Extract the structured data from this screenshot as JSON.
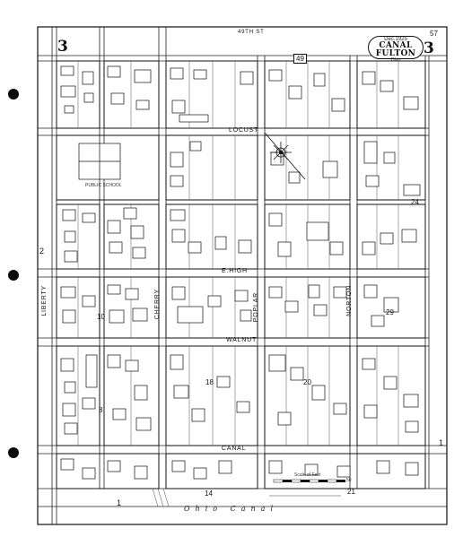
{
  "sheet": {
    "corner_number_left": "3",
    "corner_number_right": "3",
    "page_number": "57",
    "cartouche": {
      "date": "Dec.1925",
      "town": "CANAL FULTON",
      "state": "Ohio"
    },
    "margin_number_left": "2",
    "margin_number_bottom_left": "1",
    "margin_number_bottom_right": "1"
  },
  "streets": {
    "top": "49TH ST",
    "locust": "LOCUST",
    "e_high": "E.HIGH",
    "walnut": "WALNUT",
    "canal": "CANAL",
    "liberty": "LIBERTY",
    "cherry": "CHERRY",
    "poplar": "POPLAR",
    "norton": "NORTON",
    "canal_waterway": "Ohio Canal"
  },
  "blocks": {
    "b49": "49",
    "b10": "10",
    "b8": "8",
    "b18": "18",
    "b20": "20",
    "b24": "24",
    "b29": "29",
    "b21": "21",
    "b14": "14"
  },
  "labels": {
    "public_school": "PUBLIC SCHOOL",
    "scale": "Scale of Feet",
    "scale_num": "50"
  },
  "colors": {
    "ink": "#111111",
    "paper": "#ffffff"
  }
}
